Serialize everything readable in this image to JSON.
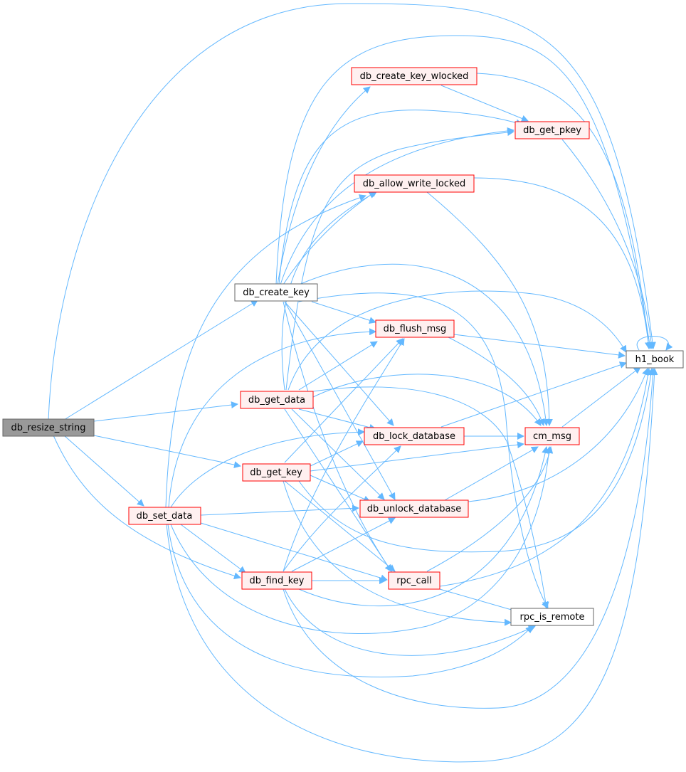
{
  "colors": {
    "edge": "#63b8ff",
    "root_fill": "#999999",
    "root_border": "#666666",
    "linked_fill": "#fff0f0",
    "linked_border": "#ff0000",
    "leaf_fill": "#ffffff",
    "leaf_border": "#666666"
  },
  "nodes": {
    "db_resize_string": {
      "label": "db_resize_string",
      "kind": "root"
    },
    "db_create_key_wlocked": {
      "label": "db_create_key_wlocked",
      "kind": "linked"
    },
    "db_get_pkey": {
      "label": "db_get_pkey",
      "kind": "linked"
    },
    "db_allow_write_locked": {
      "label": "db_allow_write_locked",
      "kind": "linked"
    },
    "db_create_key": {
      "label": "db_create_key",
      "kind": "leaf"
    },
    "db_flush_msg": {
      "label": "db_flush_msg",
      "kind": "linked"
    },
    "h1_book": {
      "label": "h1_book",
      "kind": "leaf"
    },
    "db_get_data": {
      "label": "db_get_data",
      "kind": "linked"
    },
    "db_lock_database": {
      "label": "db_lock_database",
      "kind": "linked"
    },
    "cm_msg": {
      "label": "cm_msg",
      "kind": "linked"
    },
    "db_get_key": {
      "label": "db_get_key",
      "kind": "linked"
    },
    "db_set_data": {
      "label": "db_set_data",
      "kind": "linked"
    },
    "db_unlock_database": {
      "label": "db_unlock_database",
      "kind": "linked"
    },
    "db_find_key": {
      "label": "db_find_key",
      "kind": "linked"
    },
    "rpc_call": {
      "label": "rpc_call",
      "kind": "linked"
    },
    "rpc_is_remote": {
      "label": "rpc_is_remote",
      "kind": "leaf"
    }
  }
}
